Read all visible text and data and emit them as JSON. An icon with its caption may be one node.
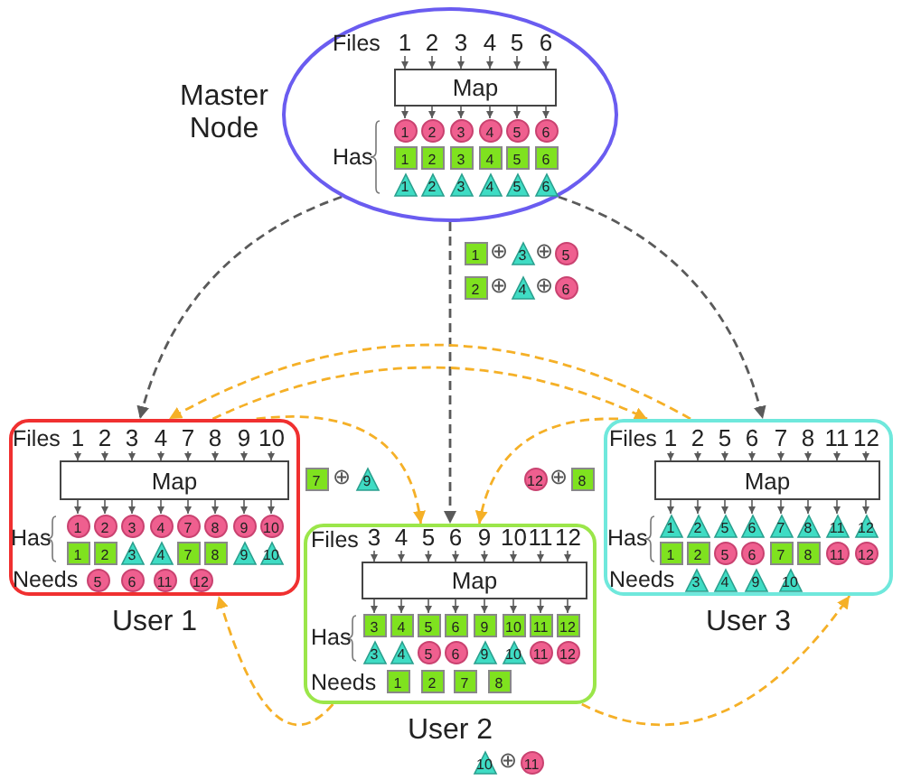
{
  "diagram": {
    "nodes": [
      {
        "text": [
          "Master Node"
        ]
      },
      {
        "text": [
          "1"
        ],
        "in": 0
      },
      {
        "text": [
          "2"
        ],
        "in": 0
      },
      {
        "text": [
          "3"
        ],
        "in": 0
      },
      {
        "text": [
          "4"
        ],
        "in": 0
      },
      {
        "text": [
          "5"
        ],
        "in": 0
      },
      {
        "text": [
          "6"
        ],
        "in": 0
      },
      {
        "text": [
          "Map"
        ],
        "in": 0
      },
      {
        "text": [
          "1"
        ],
        "in": 0
      },
      {
        "text": [
          "2"
        ],
        "in": 0
      },
      {
        "text": [
          "3"
        ],
        "in": 0
      },
      {
        "text": [
          "4"
        ],
        "in": 0
      },
      {
        "text": [
          "5"
        ],
        "in": 0
      },
      {
        "text": [
          "6"
        ],
        "in": 0
      },
      {
        "text": [
          "1"
        ],
        "in": 0
      },
      {
        "text": [
          "2"
        ],
        "in": 0
      },
      {
        "text": [
          "3"
        ],
        "in": 0
      },
      {
        "text": [
          "4"
        ],
        "in": 0
      },
      {
        "text": [
          "5"
        ],
        "in": 0
      },
      {
        "text": [
          "6"
        ],
        "in": 0
      },
      {
        "text": [
          "1"
        ],
        "in": 0
      },
      {
        "text": [
          "2"
        ],
        "in": 0
      },
      {
        "text": [
          "3"
        ],
        "in": 0
      },
      {
        "text": [
          "4"
        ],
        "in": 0
      },
      {
        "text": [
          "5"
        ],
        "in": 0
      },
      {
        "text": [
          "6"
        ],
        "in": 0
      },
      {
        "text": [
          "1"
        ]
      },
      {
        "text": [
          "3"
        ]
      },
      {
        "text": [
          "5"
        ]
      },
      {
        "text": [
          "2"
        ]
      },
      {
        "text": [
          "4"
        ]
      },
      {
        "text": [
          "6"
        ]
      },
      {
        "text": [
          "User 1"
        ]
      },
      {
        "text": [
          "1"
        ],
        "in": 32
      },
      {
        "text": [
          "2"
        ],
        "in": 32
      },
      {
        "text": [
          "3"
        ],
        "in": 32
      },
      {
        "text": [
          "4"
        ],
        "in": 32
      },
      {
        "text": [
          "7"
        ],
        "in": 32
      },
      {
        "text": [
          "8"
        ],
        "in": 32
      },
      {
        "text": [
          "9"
        ],
        "in": 32
      },
      {
        "text": [
          "10"
        ],
        "in": 32
      },
      {
        "text": [
          "Map"
        ],
        "in": 32
      },
      {
        "text": [
          "1"
        ],
        "in": 32
      },
      {
        "text": [
          "2"
        ],
        "in": 32
      },
      {
        "text": [
          "3"
        ],
        "in": 32
      },
      {
        "text": [
          "4"
        ],
        "in": 32
      },
      {
        "text": [
          "7"
        ],
        "in": 32
      },
      {
        "text": [
          "8"
        ],
        "in": 32
      },
      {
        "text": [
          "9"
        ],
        "in": 32
      },
      {
        "text": [
          "10"
        ],
        "in": 32
      },
      {
        "text": [
          "1"
        ],
        "in": 32
      },
      {
        "text": [
          "2"
        ],
        "in": 32
      },
      {
        "text": [
          "3"
        ],
        "in": 32
      },
      {
        "text": [
          "4"
        ],
        "in": 32
      },
      {
        "text": [
          "7"
        ],
        "in": 32
      },
      {
        "text": [
          "8"
        ],
        "in": 32
      },
      {
        "text": [
          "9"
        ],
        "in": 32
      },
      {
        "text": [
          "10"
        ],
        "in": 32
      },
      {
        "text": [
          "5"
        ],
        "in": 32
      },
      {
        "text": [
          "6"
        ],
        "in": 32
      },
      {
        "text": [
          "11"
        ],
        "in": 32
      },
      {
        "text": [
          "12"
        ],
        "in": 32
      },
      {
        "text": [
          "7"
        ]
      },
      {
        "text": [
          "9"
        ]
      },
      {
        "text": [
          "12"
        ]
      },
      {
        "text": [
          "8"
        ]
      },
      {
        "text": [
          "User 3"
        ]
      },
      {
        "text": [
          "1"
        ],
        "in": 66
      },
      {
        "text": [
          "2"
        ],
        "in": 66
      },
      {
        "text": [
          "5"
        ],
        "in": 66
      },
      {
        "text": [
          "6"
        ],
        "in": 66
      },
      {
        "text": [
          "7"
        ],
        "in": 66
      },
      {
        "text": [
          "8"
        ],
        "in": 66
      },
      {
        "text": [
          "11"
        ],
        "in": 66
      },
      {
        "text": [
          "12"
        ],
        "in": 66
      },
      {
        "text": [
          "Map"
        ],
        "in": 66
      },
      {
        "text": [
          "1"
        ],
        "in": 66
      },
      {
        "text": [
          "2"
        ],
        "in": 66
      },
      {
        "text": [
          "5"
        ],
        "in": 66
      },
      {
        "text": [
          "6"
        ],
        "in": 66
      },
      {
        "text": [
          "7"
        ],
        "in": 66
      },
      {
        "text": [
          "8"
        ],
        "in": 66
      },
      {
        "text": [
          "11"
        ],
        "in": 66
      },
      {
        "text": [
          "12"
        ],
        "in": 66
      },
      {
        "text": [
          "1"
        ],
        "in": 66
      },
      {
        "text": [
          "2"
        ],
        "in": 66
      },
      {
        "text": [
          "5"
        ],
        "in": 66
      },
      {
        "text": [
          "6"
        ],
        "in": 66
      },
      {
        "text": [
          "7"
        ],
        "in": 66
      },
      {
        "text": [
          "8"
        ],
        "in": 66
      },
      {
        "text": [
          "11"
        ],
        "in": 66
      },
      {
        "text": [
          "12"
        ],
        "in": 66
      },
      {
        "text": [
          "3"
        ],
        "in": 66
      },
      {
        "text": [
          "4"
        ],
        "in": 66
      },
      {
        "text": [
          "9"
        ],
        "in": 66
      },
      {
        "text": [
          "10"
        ],
        "in": 66
      },
      {
        "text": [
          "User 2"
        ]
      },
      {
        "text": [
          "3"
        ],
        "in": 96
      },
      {
        "text": [
          "4"
        ],
        "in": 96
      },
      {
        "text": [
          "5"
        ],
        "in": 96
      },
      {
        "text": [
          "6"
        ],
        "in": 96
      },
      {
        "text": [
          "9"
        ],
        "in": 96
      },
      {
        "text": [
          "10"
        ],
        "in": 96
      },
      {
        "text": [
          "11"
        ],
        "in": 96
      },
      {
        "text": [
          "12"
        ],
        "in": 96
      },
      {
        "text": [
          "Map"
        ],
        "in": 96
      },
      {
        "text": [
          "3"
        ],
        "in": 96
      },
      {
        "text": [
          "4"
        ],
        "in": 96
      },
      {
        "text": [
          "5"
        ],
        "in": 96
      },
      {
        "text": [
          "6"
        ],
        "in": 96
      },
      {
        "text": [
          "9"
        ],
        "in": 96
      },
      {
        "text": [
          "10"
        ],
        "in": 96
      },
      {
        "text": [
          "11"
        ],
        "in": 96
      },
      {
        "text": [
          "12"
        ],
        "in": 96
      },
      {
        "text": [
          "3"
        ],
        "in": 96
      },
      {
        "text": [
          "4"
        ],
        "in": 96
      },
      {
        "text": [
          "5"
        ],
        "in": 96
      },
      {
        "text": [
          "6"
        ],
        "in": 96
      },
      {
        "text": [
          "9"
        ],
        "in": 96
      },
      {
        "text": [
          "10"
        ],
        "in": 96
      },
      {
        "text": [
          "11"
        ],
        "in": 96
      },
      {
        "text": [
          "12"
        ],
        "in": 96
      },
      {
        "text": [
          "1"
        ],
        "in": 96
      },
      {
        "text": [
          "2"
        ],
        "in": 96
      },
      {
        "text": [
          "7"
        ],
        "in": 96
      },
      {
        "text": [
          "8"
        ],
        "in": 96
      },
      {
        "text": [
          "10"
        ]
      },
      {
        "text": [
          "11"
        ]
      }
    ],
    "edges": [
      {
        "from": 1,
        "to": 7,
        "arrow": "to"
      },
      {
        "from": 2,
        "to": 7,
        "arrow": "to"
      },
      {
        "from": 3,
        "to": 7,
        "arrow": "to"
      },
      {
        "from": 4,
        "to": 7,
        "arrow": "to"
      },
      {
        "from": 5,
        "to": 7,
        "arrow": "to"
      },
      {
        "from": 6,
        "to": 7,
        "arrow": "to"
      },
      {
        "from": 7,
        "to": 8,
        "arrow": "to"
      },
      {
        "from": 7,
        "to": 9,
        "arrow": "to"
      },
      {
        "from": 7,
        "to": 10,
        "arrow": "to"
      },
      {
        "from": 7,
        "to": 11,
        "arrow": "to"
      },
      {
        "from": 7,
        "to": 12,
        "arrow": "to"
      },
      {
        "from": 7,
        "to": 13,
        "arrow": "to"
      },
      {
        "from": 33,
        "to": 41,
        "arrow": "to"
      },
      {
        "from": 34,
        "to": 41,
        "arrow": "to"
      },
      {
        "from": 35,
        "to": 41,
        "arrow": "to"
      },
      {
        "from": 36,
        "to": 41,
        "arrow": "to"
      },
      {
        "from": 37,
        "to": 41,
        "arrow": "to"
      },
      {
        "from": 38,
        "to": 41,
        "arrow": "to"
      },
      {
        "from": 39,
        "to": 41,
        "arrow": "to"
      },
      {
        "from": 40,
        "to": 41,
        "arrow": "to"
      },
      {
        "from": 41,
        "to": 42,
        "arrow": "to"
      },
      {
        "from": 41,
        "to": 43,
        "arrow": "to"
      },
      {
        "from": 41,
        "to": 44,
        "arrow": "to"
      },
      {
        "from": 41,
        "to": 45,
        "arrow": "to"
      },
      {
        "from": 41,
        "to": 46,
        "arrow": "to"
      },
      {
        "from": 41,
        "to": 47,
        "arrow": "to"
      },
      {
        "from": 41,
        "to": 48,
        "arrow": "to"
      },
      {
        "from": 41,
        "to": 49,
        "arrow": "to"
      },
      {
        "from": 67,
        "to": 75,
        "arrow": "to"
      },
      {
        "from": 68,
        "to": 75,
        "arrow": "to"
      },
      {
        "from": 69,
        "to": 75,
        "arrow": "to"
      },
      {
        "from": 70,
        "to": 75,
        "arrow": "to"
      },
      {
        "from": 71,
        "to": 75,
        "arrow": "to"
      },
      {
        "from": 72,
        "to": 75,
        "arrow": "to"
      },
      {
        "from": 73,
        "to": 75,
        "arrow": "to"
      },
      {
        "from": 74,
        "to": 75,
        "arrow": "to"
      },
      {
        "from": 75,
        "to": 76,
        "arrow": "to"
      },
      {
        "from": 75,
        "to": 77,
        "arrow": "to"
      },
      {
        "from": 75,
        "to": 78,
        "arrow": "to"
      },
      {
        "from": 75,
        "to": 79,
        "arrow": "to"
      },
      {
        "from": 75,
        "to": 80,
        "arrow": "to"
      },
      {
        "from": 75,
        "to": 81,
        "arrow": "to"
      },
      {
        "from": 75,
        "to": 82,
        "arrow": "to"
      },
      {
        "from": 75,
        "to": 83,
        "arrow": "to"
      },
      {
        "from": 97,
        "to": 105,
        "arrow": "to"
      },
      {
        "from": 98,
        "to": 105,
        "arrow": "to"
      },
      {
        "from": 99,
        "to": 105,
        "arrow": "to"
      },
      {
        "from": 100,
        "to": 105,
        "arrow": "to"
      },
      {
        "from": 101,
        "to": 105,
        "arrow": "to"
      },
      {
        "from": 102,
        "to": 105,
        "arrow": "to"
      },
      {
        "from": 103,
        "to": 105,
        "arrow": "to"
      },
      {
        "from": 104,
        "to": 105,
        "arrow": "to"
      },
      {
        "from": 105,
        "to": 106,
        "arrow": "to"
      },
      {
        "from": 105,
        "to": 107,
        "arrow": "to"
      },
      {
        "from": 105,
        "to": 108,
        "arrow": "to"
      },
      {
        "from": 105,
        "to": 109,
        "arrow": "to"
      },
      {
        "from": 105,
        "to": 110,
        "arrow": "to"
      },
      {
        "from": 105,
        "to": 111,
        "arrow": "to"
      },
      {
        "from": 105,
        "to": 112,
        "arrow": "to"
      },
      {
        "from": 105,
        "to": 113,
        "arrow": "to"
      },
      {
        "from": 0,
        "to": 32,
        "arrow": "to",
        "style": "dashed"
      },
      {
        "from": 0,
        "to": 96,
        "arrow": "to",
        "style": "dashed"
      },
      {
        "from": 0,
        "to": 66,
        "arrow": "to",
        "style": "dashed"
      },
      {
        "from": 32,
        "to": 96,
        "arrow": "to",
        "style": "dashed",
        "color": "#f5b027"
      },
      {
        "from": 32,
        "to": 66,
        "arrow": "to",
        "style": "dashed",
        "color": "#f5b027"
      },
      {
        "from": 66,
        "to": 32,
        "arrow": "to",
        "style": "dashed",
        "color": "#f5b027"
      },
      {
        "from": 66,
        "to": 96,
        "arrow": "to",
        "style": "dashed",
        "color": "#f5b027"
      },
      {
        "from": 96,
        "to": 32,
        "arrow": "to",
        "style": "dashed",
        "color": "#f5b027"
      },
      {
        "from": 96,
        "to": 66,
        "arrow": "to",
        "style": "dashed",
        "color": "#f5b027"
      }
    ],
    "labels": [
      "Files",
      "Has",
      "⊕",
      "⊕",
      "⊕",
      "⊕",
      "Files",
      "Has",
      "Needs",
      "⊕",
      "⊕",
      "Files",
      "Has",
      "Needs",
      "Files",
      "Has",
      "Needs",
      "⊕"
    ]
  }
}
